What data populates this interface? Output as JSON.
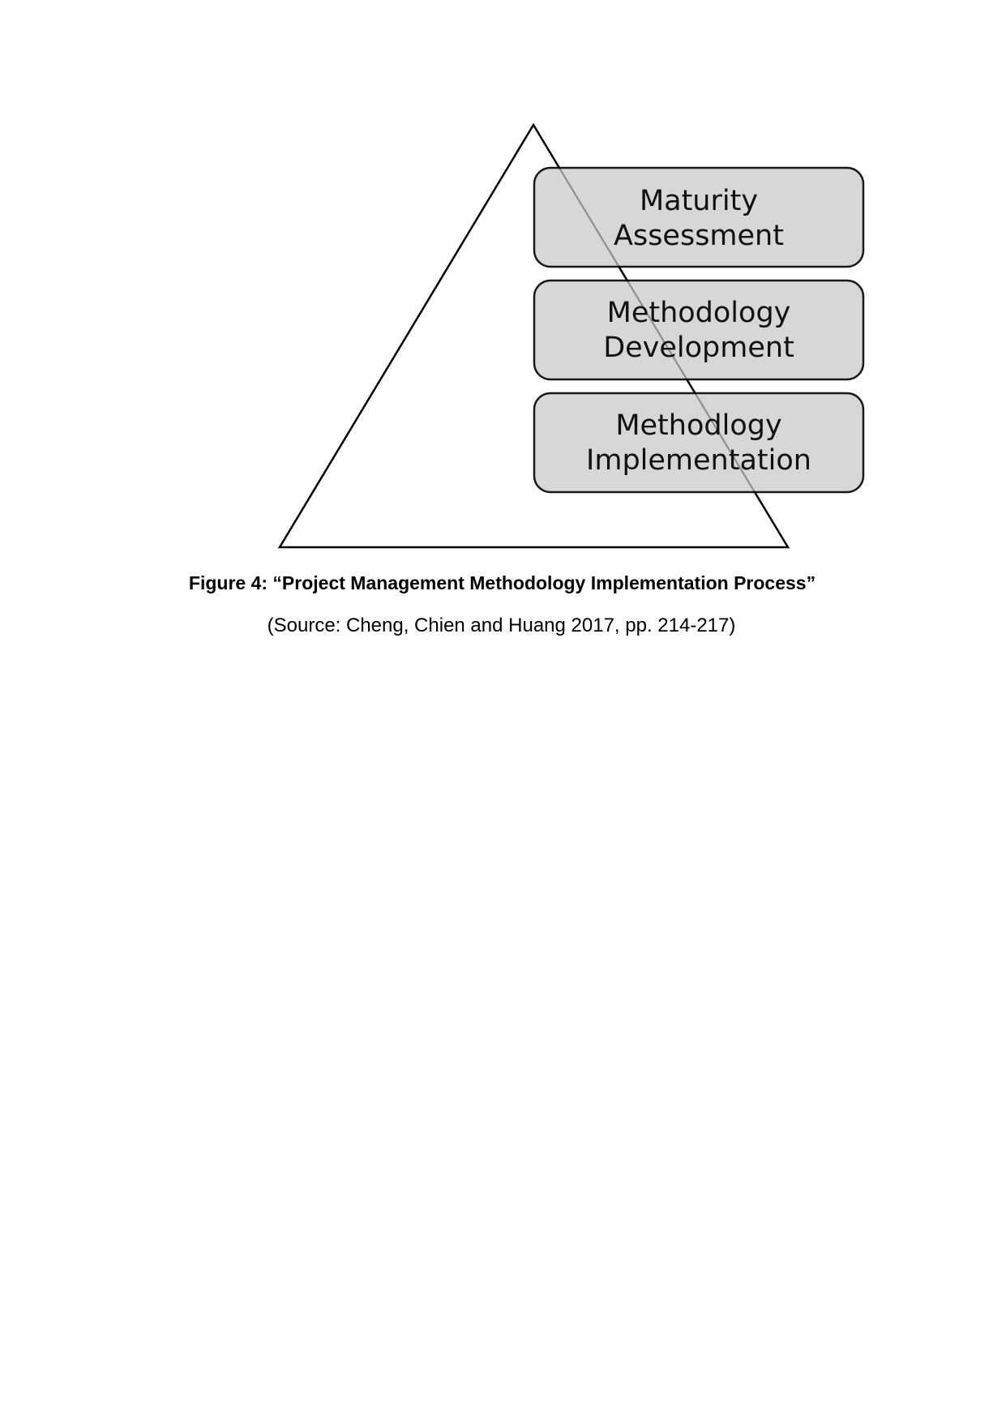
{
  "diagram": {
    "levels": [
      {
        "line1": "Maturity",
        "line2": "Assessment"
      },
      {
        "line1": "Methodology",
        "line2": "Development"
      },
      {
        "line1": "Methodlogy",
        "line2": "Implementation"
      }
    ],
    "colors": {
      "box_fill": "#d3d3d3",
      "stroke": "#000000"
    }
  },
  "figure": {
    "caption": "Figure 4: “Project Management Methodology Implementation Process”",
    "source": "(Source: Cheng, Chien and Huang 2017, pp. 214-217)"
  }
}
